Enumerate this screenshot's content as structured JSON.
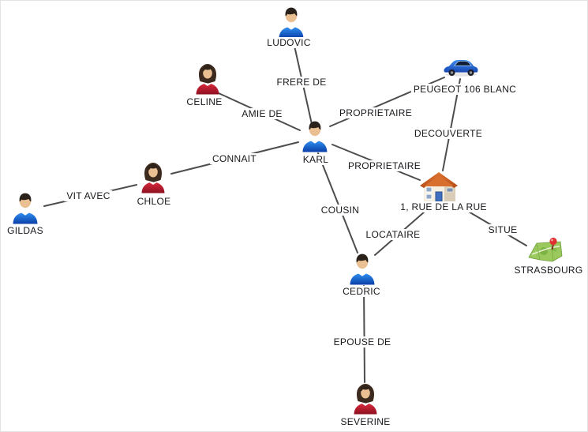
{
  "diagram": {
    "type": "link-analysis-network",
    "background": "#ffffff",
    "colors": {
      "edge_line": "#4d4d4d",
      "label_text": "#17181c",
      "male_shirt": "#1565cf",
      "female_shirt": "#c41b2e",
      "car_body": "#2f7de0",
      "house_roof": "#c6571d",
      "map_green": "#9bc95e",
      "pin_red": "#e03131"
    },
    "nodes": [
      {
        "id": "ludovic",
        "label": "LUDOVIC",
        "kind": "person-male"
      },
      {
        "id": "celine",
        "label": "CELINE",
        "kind": "person-female"
      },
      {
        "id": "peugeot",
        "label": "PEUGEOT 106 BLANC",
        "kind": "car"
      },
      {
        "id": "karl",
        "label": "KARL",
        "kind": "person-male"
      },
      {
        "id": "chloe",
        "label": "CHLOE",
        "kind": "person-female"
      },
      {
        "id": "gildas",
        "label": "GILDAS",
        "kind": "person-male"
      },
      {
        "id": "house",
        "label": "1, RUE DE LA RUE",
        "kind": "house"
      },
      {
        "id": "cedric",
        "label": "CEDRIC",
        "kind": "person-male"
      },
      {
        "id": "strasbourg",
        "label": "STRASBOURG",
        "kind": "map-location"
      },
      {
        "id": "severine",
        "label": "SEVERINE",
        "kind": "person-female"
      }
    ],
    "edges": [
      {
        "from": "ludovic",
        "to": "karl",
        "label": "FRERE DE"
      },
      {
        "from": "celine",
        "to": "karl",
        "label": "AMIE DE"
      },
      {
        "from": "karl",
        "to": "peugeot",
        "label": "PROPRIETAIRE"
      },
      {
        "from": "peugeot",
        "to": "house",
        "label": "DECOUVERTE"
      },
      {
        "from": "karl",
        "to": "house",
        "label": "PROPRIETAIRE"
      },
      {
        "from": "karl",
        "to": "chloe",
        "label": "CONNAIT"
      },
      {
        "from": "chloe",
        "to": "gildas",
        "label": "VIT AVEC"
      },
      {
        "from": "karl",
        "to": "cedric",
        "label": "COUSIN"
      },
      {
        "from": "cedric",
        "to": "house",
        "label": "LOCATAIRE"
      },
      {
        "from": "house",
        "to": "strasbourg",
        "label": "SITUE"
      },
      {
        "from": "cedric",
        "to": "severine",
        "label": "EPOUSE DE"
      }
    ]
  }
}
